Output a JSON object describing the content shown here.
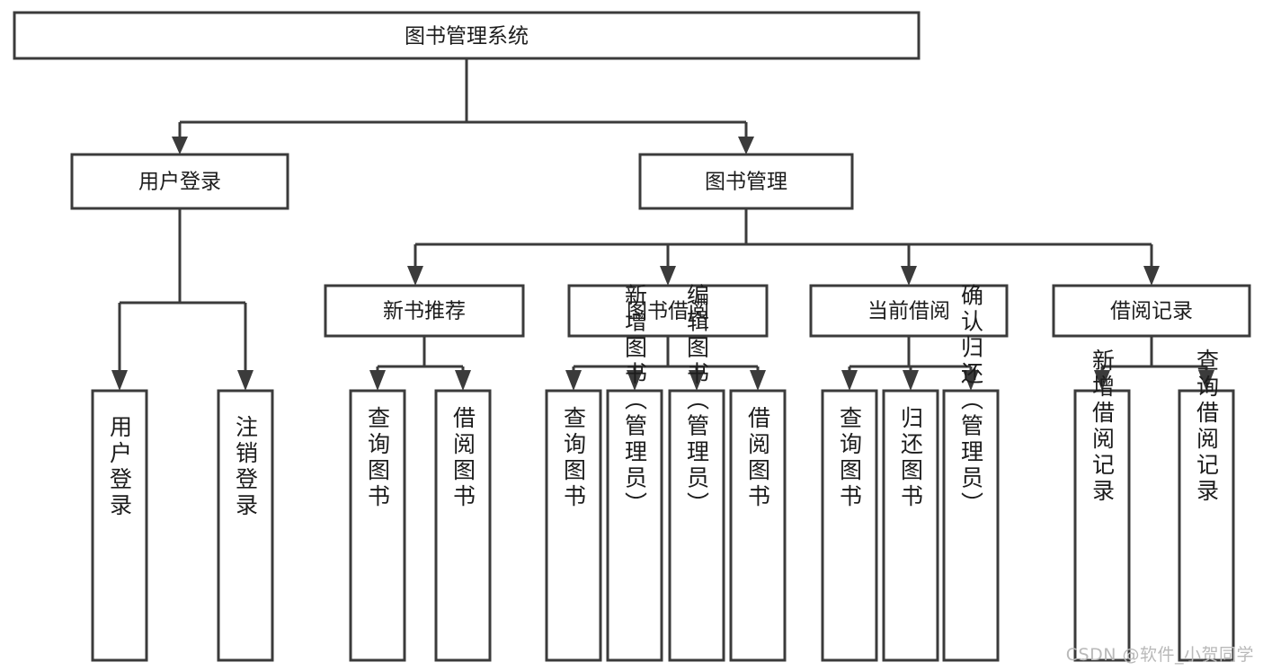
{
  "diagram": {
    "title": "图书管理系统",
    "type": "tree",
    "watermark": "CSDN @软件_小贺同学",
    "colors": {
      "stroke": "#3b3b3b",
      "fill": "#ffffff",
      "text": "#1c1c1c",
      "watermark": "#b9b9b9",
      "background": "#ffffff"
    },
    "root": {
      "label": "图书管理系统"
    },
    "level1": [
      {
        "label": "用户登录"
      },
      {
        "label": "图书管理"
      }
    ],
    "level2": [
      {
        "label": "新书推荐"
      },
      {
        "label": "图书借阅"
      },
      {
        "label": "当前借阅"
      },
      {
        "label": "借阅记录"
      }
    ],
    "leaves": {
      "user_login": [
        {
          "label": "用户登录"
        },
        {
          "label": "注销登录"
        }
      ],
      "new_book_recommend": [
        {
          "label": "查询图书"
        },
        {
          "label": "借阅图书"
        }
      ],
      "book_borrow": [
        {
          "label": "查询图书"
        },
        {
          "label": "新增图书（管理员）"
        },
        {
          "label": "编辑图书（管理员）"
        },
        {
          "label": "借阅图书"
        }
      ],
      "current_borrow": [
        {
          "label": "查询图书"
        },
        {
          "label": "归还图书"
        },
        {
          "label": "确认归还（管理员）"
        }
      ],
      "borrow_record": [
        {
          "label": "新增借阅记录"
        },
        {
          "label": "查询借阅记录"
        }
      ]
    }
  }
}
